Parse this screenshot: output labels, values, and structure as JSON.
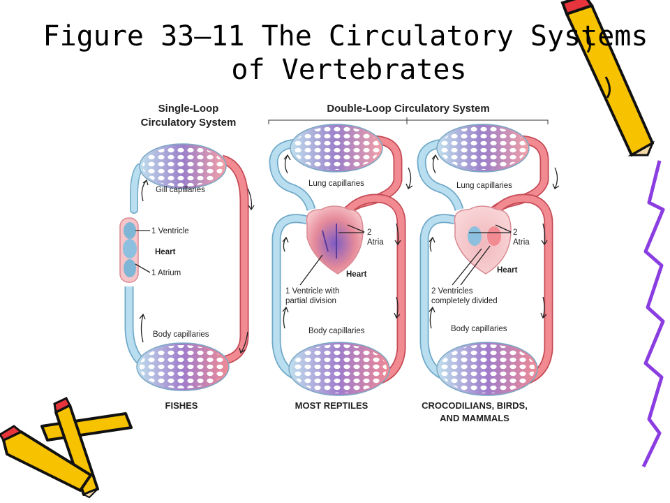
{
  "title": {
    "line1": "Figure 33–11    The Circulatory Systems",
    "line2": "of Vertebrates"
  },
  "headers": {
    "single_loop": "Single-Loop\nCirculatory System",
    "double_loop": "Double-Loop Circulatory System"
  },
  "fish": {
    "gill_capillaries": "Gill capillaries",
    "ventricle": "1 Ventricle",
    "heart": "Heart",
    "atrium": "1 Atrium",
    "body_capillaries": "Body capillaries",
    "caption": "FISHES"
  },
  "reptile": {
    "lung_capillaries": "Lung capillaries",
    "atria": "2\nAtria",
    "heart": "Heart",
    "ventricle": "1 Ventricle with\npartial division",
    "body_capillaries": "Body capillaries",
    "caption": "MOST REPTILES"
  },
  "mammal": {
    "lung_capillaries": "Lung capillaries",
    "atria": "2\nAtria",
    "heart": "Heart",
    "ventricles": "2 Ventricles\ncompletely divided",
    "body_capillaries": "Body capillaries",
    "caption": "CROCODILIANS, BIRDS,\nAND MAMMALS"
  },
  "colors": {
    "oxygen_poor": "#a9d6ea",
    "oxygen_rich": "#f2868f",
    "mixed": "#9f7ec8",
    "pencil_body": "#f7c200",
    "pencil_eraser": "#e8343c",
    "squiggle": "#8a3de0"
  }
}
